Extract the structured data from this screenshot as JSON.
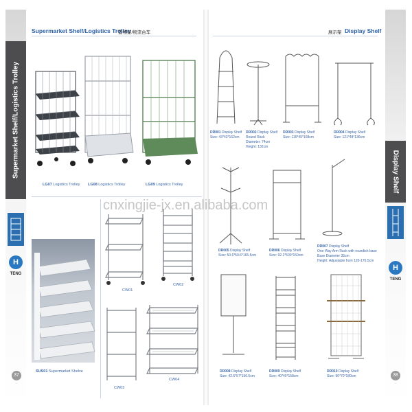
{
  "left_page": {
    "title": "Supermarket Shelf/Logistics Trolley",
    "title_cn": "置物架/物流台车",
    "side_tab": "Supermarket Shelf/Logistics Trolley",
    "page_number": "37",
    "logo_text": "TENG",
    "products": [
      {
        "code": "LG07",
        "name": "Logistics Trolley"
      },
      {
        "code": "LG08",
        "name": "Logistics Trolley"
      },
      {
        "code": "LG09",
        "name": "Logistics Trolley"
      },
      {
        "code": "CW01",
        "name": ""
      },
      {
        "code": "CW02",
        "name": ""
      },
      {
        "code": "CW03",
        "name": ""
      },
      {
        "code": "CW04",
        "name": ""
      },
      {
        "code": "SUS01",
        "name": "Supermarket Shelve"
      }
    ]
  },
  "right_page": {
    "title": "Display Shelf",
    "title_cn": "展示架",
    "side_tab": "Display Shelf",
    "page_number": "38",
    "logo_text": "TENG",
    "products": [
      {
        "code": "DR001",
        "name": "Display Shelf",
        "lines": [
          "Size: 43*43*162cm"
        ]
      },
      {
        "code": "DR002",
        "name": "Display Shelf",
        "lines": [
          "Round Rack",
          "Diameter: 74cm",
          "Height: 132cm"
        ]
      },
      {
        "code": "DR003",
        "name": "Display Shelf",
        "lines": [
          "Size: 115*45*168cm"
        ]
      },
      {
        "code": "DR004",
        "name": "Display Shelf",
        "lines": [
          "Size: 121*48*136cm"
        ]
      },
      {
        "code": "DR005",
        "name": "Display Shelf",
        "lines": [
          "Size: 50.6*50.6*165.5cm"
        ]
      },
      {
        "code": "DR006",
        "name": "Display Shelf",
        "lines": [
          "Size: 92.2*500*150cm"
        ]
      },
      {
        "code": "DR007",
        "name": "Display Shelf",
        "lines": [
          "One Way Arm Rack with roundish base",
          "Base Diameter 35cm",
          "Height: Adjustable from 120-176.5cm"
        ]
      },
      {
        "code": "DR008",
        "name": "Display Shelf",
        "lines": [
          "Size: 42.5*57*156.5cm"
        ]
      },
      {
        "code": "DR009",
        "name": "Display Shelf",
        "lines": [
          "Size: 40*40*158cm"
        ]
      },
      {
        "code": "DR010",
        "name": "Display Shelf",
        "lines": [
          "Size: 90*70*180cm"
        ]
      }
    ]
  },
  "watermark": "cnxingjie-jx.en.alibaba.com",
  "colors": {
    "title_blue": "#2a5fa6",
    "band_gray": "#4d4d4f",
    "tab_blue": "#2c6fb0",
    "logo_blue": "#2a78c2"
  }
}
